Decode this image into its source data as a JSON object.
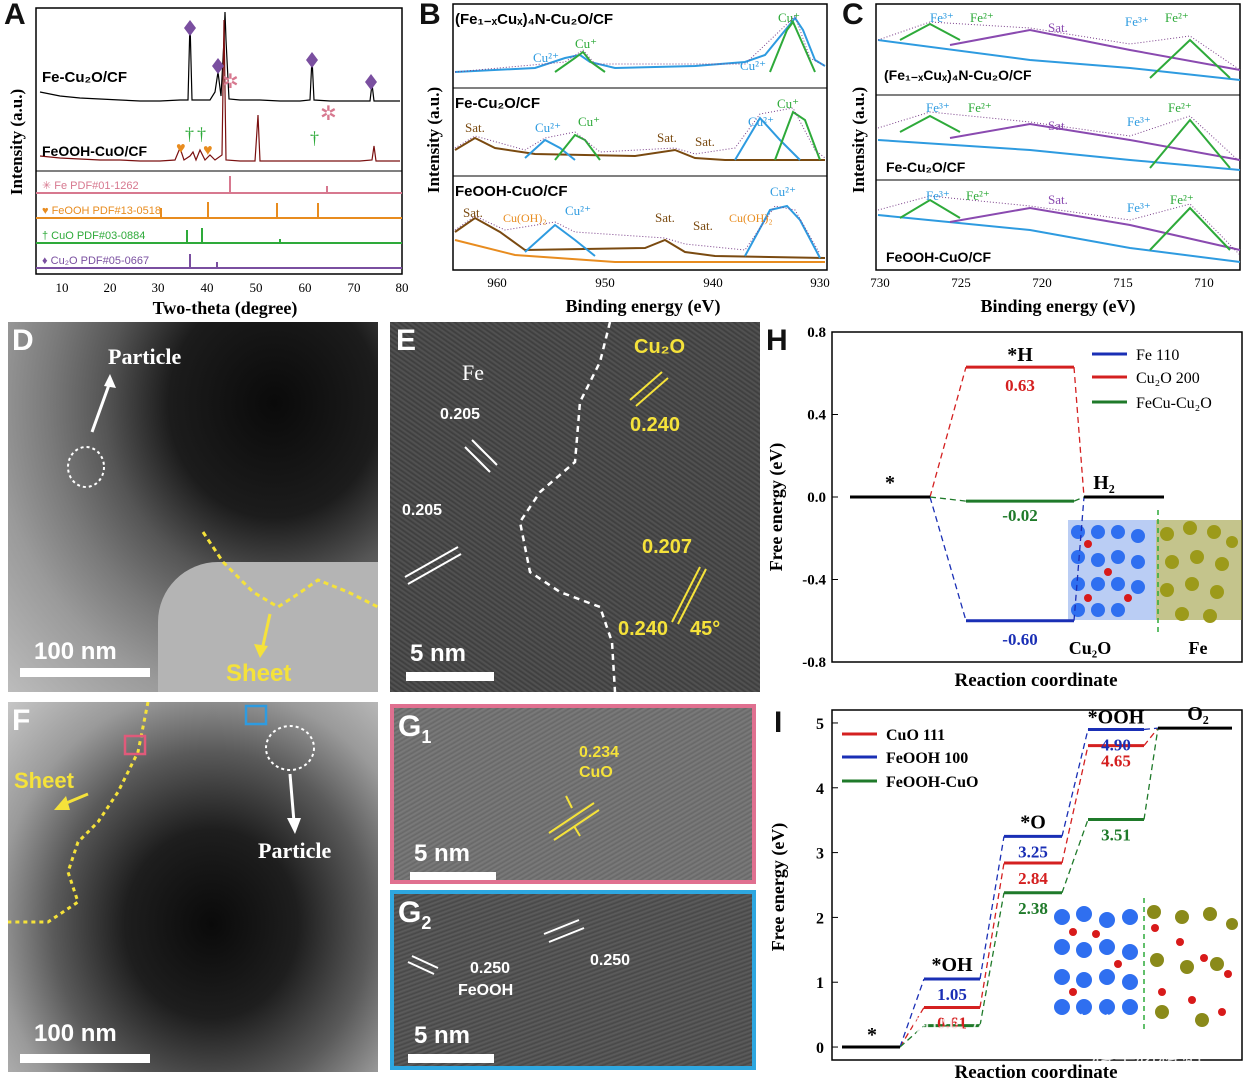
{
  "panels": {
    "A": "A",
    "B": "B",
    "C": "C",
    "D": "D",
    "E": "E",
    "F": "F",
    "G1": "G",
    "G1_sub": "1",
    "G2": "G",
    "G2_sub": "2",
    "H": "H",
    "I": "I"
  },
  "xrd": {
    "ylabel": "Intensity (a.u.)",
    "xlabel": "Two-theta (degree)",
    "xticks": [
      "10",
      "20",
      "30",
      "40",
      "50",
      "60",
      "70",
      "80"
    ],
    "samples": [
      "Fe-Cu₂O/CF",
      "FeOOH-CuO/CF"
    ],
    "refs": [
      {
        "label": "✳ Fe  PDF#01-1262",
        "color": "#d7788f"
      },
      {
        "label": "♥ FeOOH  PDF#13-0518",
        "color": "#e88c1f"
      },
      {
        "label": "† CuO  PDF#03-0884",
        "color": "#2eaa3a"
      },
      {
        "label": "♦ Cu₂O  PDF#05-0667",
        "color": "#7a4fa0"
      }
    ]
  },
  "xps_cu": {
    "ylabel": "Intensity (a.u.)",
    "xlabel": "Binding energy (eV)",
    "xticks": [
      "960",
      "950",
      "940",
      "930"
    ],
    "samples": [
      "(Fe₁₋ₓCuₓ)₄N-Cu₂O/CF",
      "Fe-Cu₂O/CF",
      "FeOOH-CuO/CF"
    ],
    "peak_labels": {
      "cu2": "Cu²⁺",
      "cu1": "Cu⁺",
      "sat": "Sat.",
      "cuoh": "Cu(OH)₂"
    }
  },
  "xps_fe": {
    "ylabel": "Intensity (a.u.)",
    "xlabel": "Binding energy (eV)",
    "xticks": [
      "730",
      "725",
      "720",
      "715",
      "710"
    ],
    "samples": [
      "(Fe₁₋ₓCuₓ)₄N-Cu₂O/CF",
      "Fe-Cu₂O/CF",
      "FeOOH-CuO/CF"
    ],
    "peak_labels": {
      "fe3": "Fe³⁺",
      "fe2": "Fe²⁺",
      "sat": "Sat."
    }
  },
  "tem_d": {
    "particle": "Particle",
    "sheet": "Sheet",
    "scale": "100 nm"
  },
  "tem_e": {
    "fe": "Fe",
    "cu2o": "Cu₂O",
    "d1": "0.205",
    "d2": "0.205",
    "d3": "0.240",
    "d4": "0.207",
    "d5": "0.240",
    "angle": "45°",
    "scale": "5 nm"
  },
  "tem_f": {
    "sheet": "Sheet",
    "particle": "Particle",
    "scale": "100 nm"
  },
  "tem_g1": {
    "d": "0.234",
    "phase": "CuO",
    "scale": "5 nm"
  },
  "tem_g2": {
    "d1": "0.250",
    "phase": "FeOOH",
    "d2": "0.250",
    "scale": "5 nm"
  },
  "chart_data": [
    {
      "type": "line",
      "title": "",
      "xlabel": "Reaction coordinate",
      "ylabel": "Free energy (eV)",
      "ylim": [
        -0.8,
        0.8
      ],
      "yticks": [
        "0.8",
        "0.4",
        "0.0",
        "-0.4",
        "-0.8"
      ],
      "states": [
        "*",
        "*H",
        "H₂"
      ],
      "series": [
        {
          "name": "Fe 110",
          "color": "#1a2fb5",
          "values": [
            0.0,
            -0.6,
            0.0
          ]
        },
        {
          "name": "Cu₂O 200",
          "color": "#d42020",
          "values": [
            0.0,
            0.63,
            0.0
          ]
        },
        {
          "name": "FeCu-Cu₂O",
          "color": "#1f7a2a",
          "values": [
            0.0,
            -0.02,
            0.0
          ]
        }
      ],
      "value_labels": [
        "-0.60",
        "0.63",
        "-0.02"
      ],
      "inset_labels": [
        "Cu₂O",
        "Fe"
      ],
      "legend": "top-right"
    },
    {
      "type": "line",
      "title": "",
      "xlabel": "Reaction coordinate",
      "ylabel": "Free energy (eV)",
      "ylim": [
        -0.2,
        5.2
      ],
      "yticks": [
        "5",
        "4",
        "3",
        "2",
        "1",
        "0"
      ],
      "states": [
        "*",
        "*OH",
        "*O",
        "*OOH",
        "O₂"
      ],
      "series": [
        {
          "name": "CuO 111",
          "color": "#d42020",
          "values": [
            0,
            0.61,
            2.84,
            4.65,
            4.92
          ]
        },
        {
          "name": "FeOOH 100",
          "color": "#1a2fb5",
          "values": [
            0,
            1.05,
            3.25,
            4.9,
            4.92
          ]
        },
        {
          "name": "FeOOH-CuO",
          "color": "#1f7a2a",
          "values": [
            0,
            0.33,
            2.38,
            3.51,
            4.92
          ]
        }
      ],
      "value_labels": [
        "1.05",
        "0.61",
        "3.25",
        "2.84",
        "2.38",
        "4.90",
        "4.65",
        "3.51"
      ],
      "legend": "top-left"
    }
  ],
  "watermark": {
    "text1": "知乎 @科学材料站",
    "text2": "科学材料站"
  }
}
